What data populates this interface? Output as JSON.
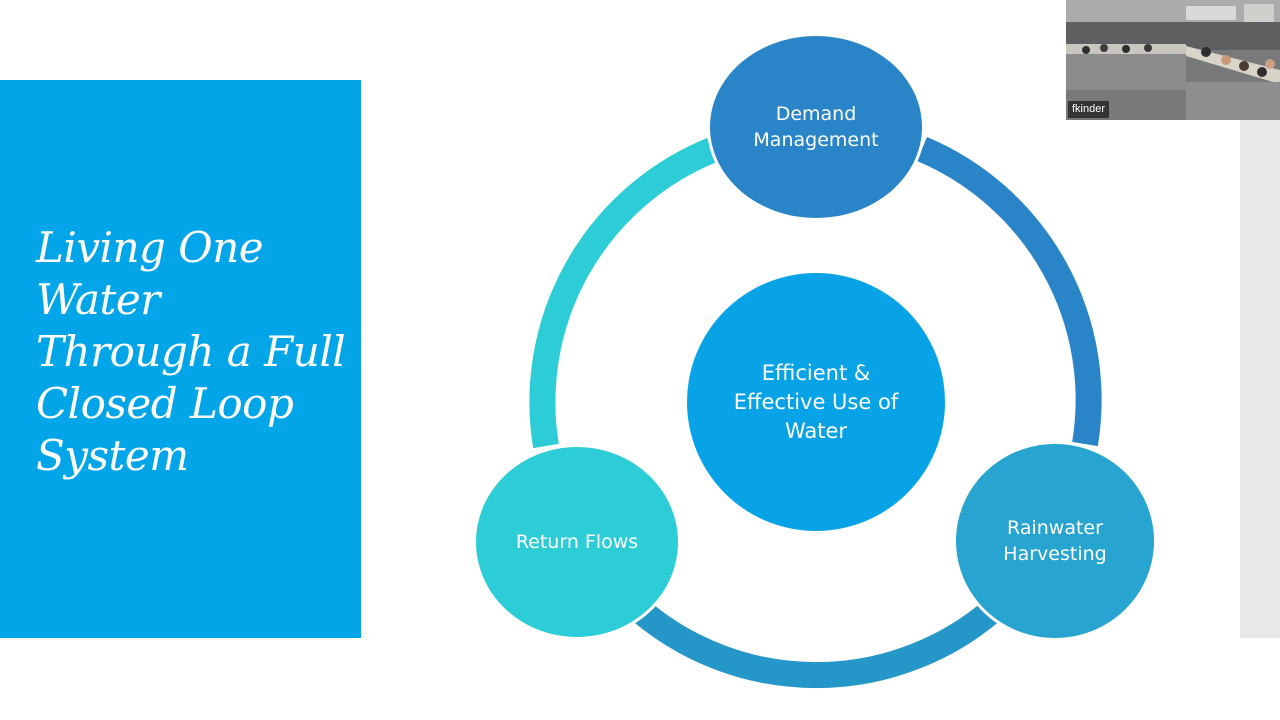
{
  "slide": {
    "title": "Living One Water Through a Full Closed Loop System",
    "accent_color": "#02a6e8"
  },
  "diagram": {
    "center": "Efficient & Effective Use of Water",
    "nodes": {
      "top": "Demand Management",
      "right": "Rainwater Harvesting",
      "left": "Return Flows"
    },
    "colors": {
      "top": "#2a84c8",
      "center": "#07a3e6",
      "left": "#2ccdd6",
      "right": "#27a4d0"
    }
  },
  "webcam": {
    "participant_name": "fkinder"
  }
}
